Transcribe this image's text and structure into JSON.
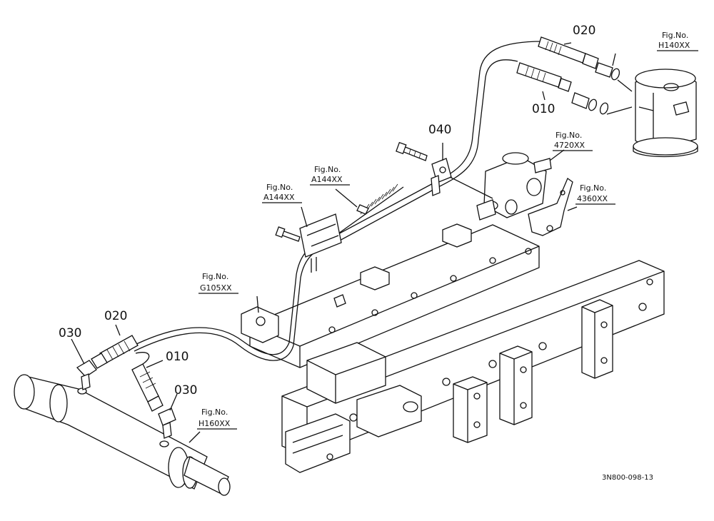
{
  "part_numbers": {
    "p020_top": "020",
    "p010_top": "010",
    "p040": "040",
    "p020_bottom": "020",
    "p030_left": "030",
    "p010_bottom": "010",
    "p030_right": "030"
  },
  "fig_refs": [
    {
      "label": "Fig.No.",
      "code": "H140XX"
    },
    {
      "label": "Fig.No.",
      "code": "4720XX"
    },
    {
      "label": "Fig.No.",
      "code": "4360XX"
    },
    {
      "label": "Fig.No.",
      "code": "A144XX"
    },
    {
      "label": "Fig.No.",
      "code": "A144XX"
    },
    {
      "label": "Fig.No.",
      "code": "G105XX"
    },
    {
      "label": "Fig.No.",
      "code": "H160XX"
    }
  ],
  "drawing_ref": "3N800-098-13"
}
